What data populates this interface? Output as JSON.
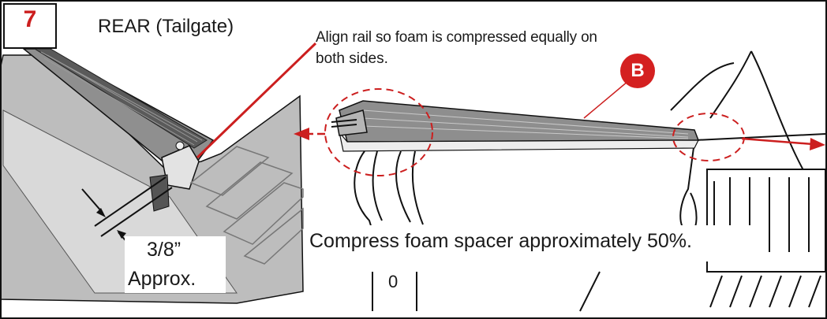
{
  "step": {
    "number": "7"
  },
  "labels": {
    "section": "REAR (Tailgate)",
    "align_note_line1": "Align rail so foam is compressed equally on",
    "align_note_line2": "both sides.",
    "callout": "B",
    "measure_value": "3/8”",
    "measure_approx": "Approx.",
    "compress_note": "Compress foam spacer approximately 50%.",
    "dial_mark": "0"
  },
  "colors": {
    "accent": "#cc1f1f",
    "line": "#111111",
    "panel_gray": "#c9c9c9"
  }
}
